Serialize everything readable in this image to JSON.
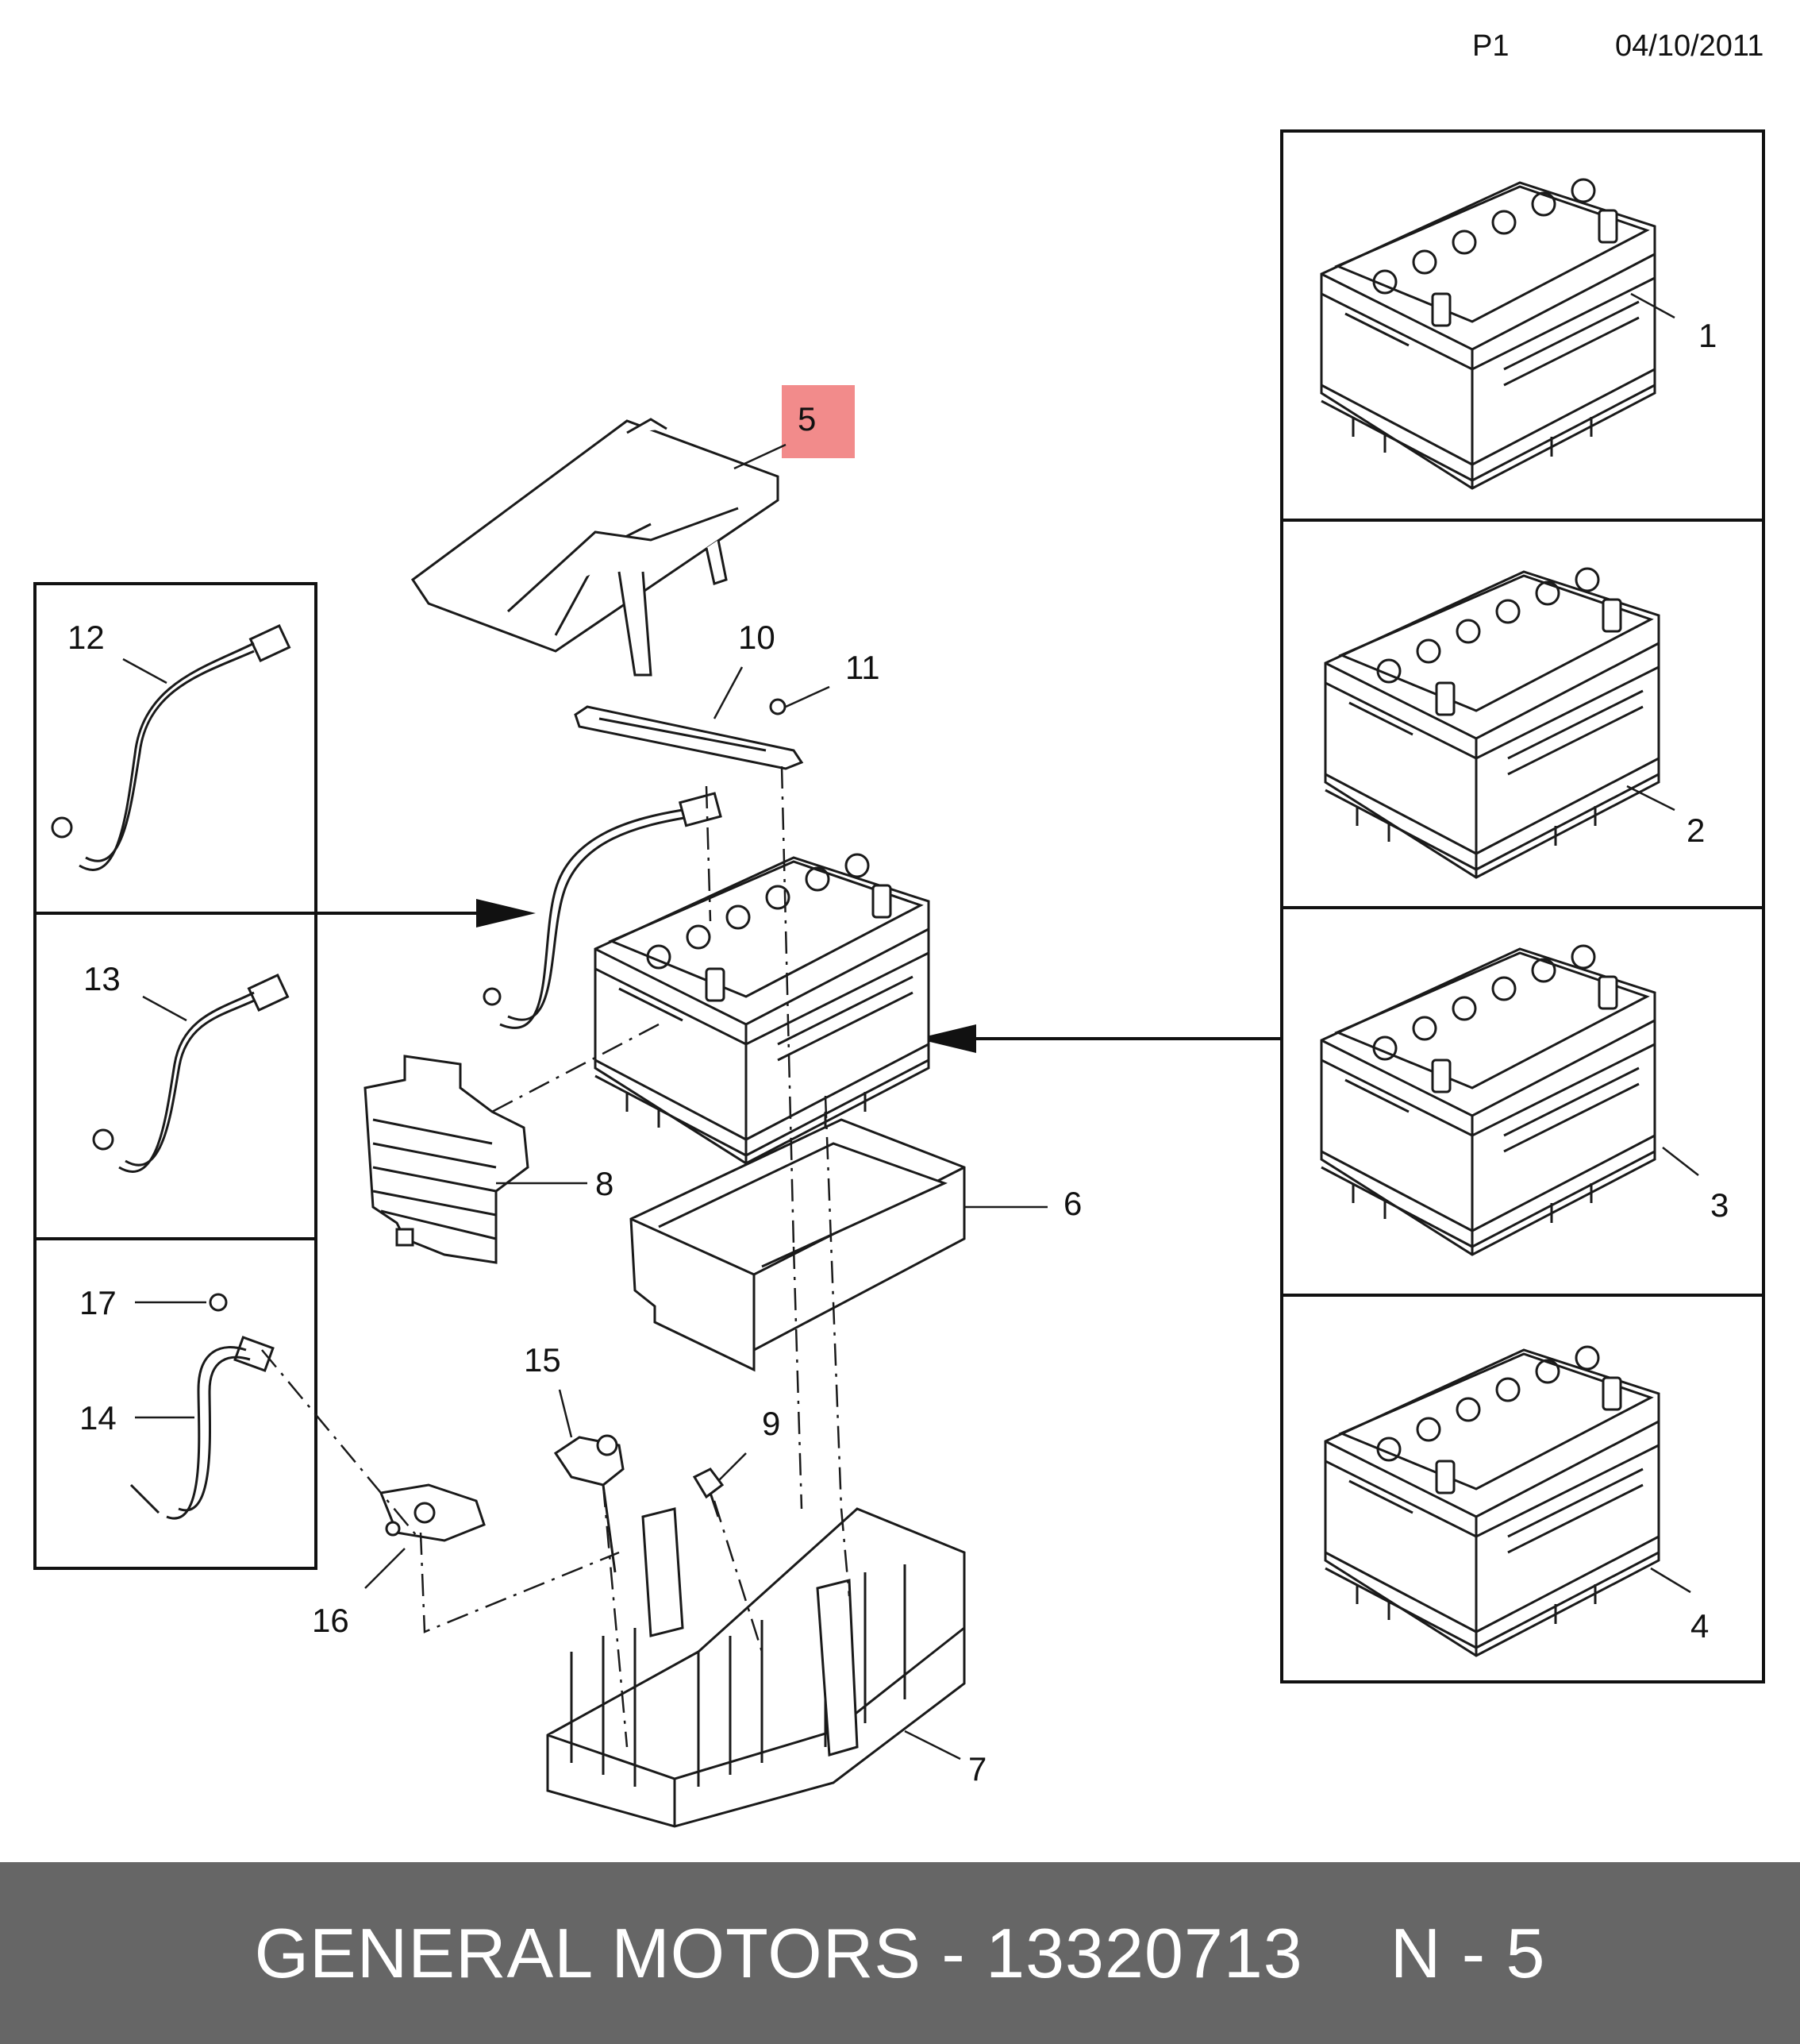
{
  "header": {
    "page": "P1",
    "date": "04/10/2011"
  },
  "callouts": {
    "c1": "1",
    "c2": "2",
    "c3": "3",
    "c4": "4",
    "c5": "5",
    "c6": "6",
    "c7": "7",
    "c8": "8",
    "c9": "9",
    "c10": "10",
    "c11": "11",
    "c12": "12",
    "c13": "13",
    "c14": "14",
    "c15": "15",
    "c16": "16",
    "c17": "17"
  },
  "highlight_color": "#f28b8b",
  "footer": {
    "part": "GENERAL MOTORS - 13320713",
    "ref": "N - 5"
  }
}
